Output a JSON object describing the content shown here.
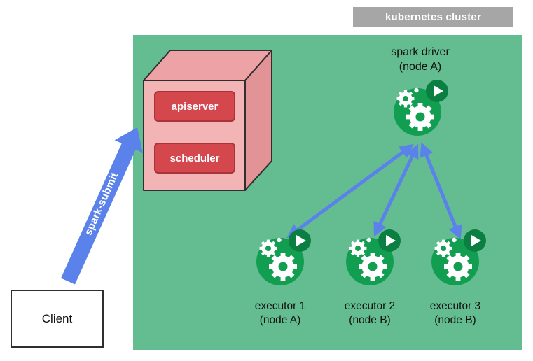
{
  "cluster": {
    "label": "kubernetes cluster"
  },
  "client": {
    "label": "Client"
  },
  "spark_submit": {
    "label": "spark-submit"
  },
  "control_plane": {
    "apiserver_label": "apiserver",
    "scheduler_label": "scheduler"
  },
  "driver": {
    "name": "spark driver",
    "node": "(node A)"
  },
  "executors": [
    {
      "name": "executor 1",
      "node": "(node A)"
    },
    {
      "name": "executor 2",
      "node": "(node B)"
    },
    {
      "name": "executor 3",
      "node": "(node B)"
    }
  ],
  "icons": {
    "driver": "spark-pod-icon",
    "executor": "spark-pod-icon",
    "gear": "gear-icon",
    "play": "play-icon",
    "cube": "control-plane-cube"
  },
  "colors": {
    "cluster-green": "#63BD90",
    "icon-green": "#129E51",
    "badge-green": "#0B7F41",
    "box-red": "#D4474C",
    "box-red-border": "#A83338",
    "cube-front": "#F3B4B6",
    "cube-top": "#EDA3A6",
    "cube-side": "#E29396",
    "arrow-blue": "#5B82EA",
    "label-gray": "#A6A6A6",
    "outline-dark": "#2F2F2F"
  }
}
